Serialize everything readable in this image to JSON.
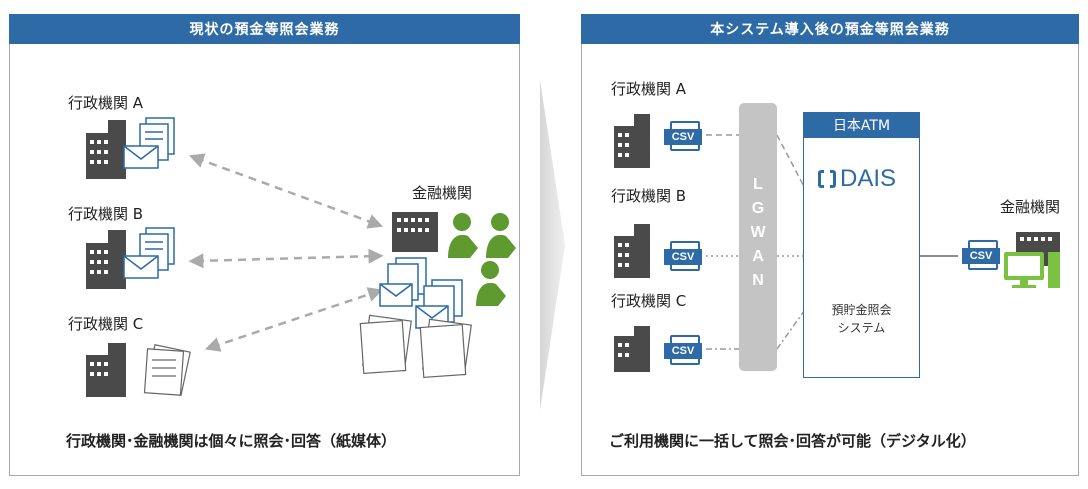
{
  "left_panel": {
    "title": "現状の預金等照会業務",
    "org_a": "行政機関 A",
    "org_b": "行政機関 B",
    "org_c": "行政機関 C",
    "bank": "金融機関",
    "caption": "行政機関･金融機関は個々に照会･回答（紙媒体）"
  },
  "right_panel": {
    "title": "本システム導入後の預金等照会業務",
    "org_a": "行政機関 A",
    "org_b": "行政機関 B",
    "org_c": "行政機関 C",
    "csv": "CSV",
    "lgwan": "LGWAN",
    "atm_title": "日本ATM",
    "dais": "DAIS",
    "system_line1": "預貯金照会",
    "system_line2": "システム",
    "bank": "金融機関",
    "caption": "ご利用機関に一括して照会･回答が可能（デジタル化）"
  },
  "colors": {
    "header_blue": "#2d6aa6",
    "building_gray": "#4a4a4a",
    "person_green": "#5e9a2f",
    "csv_blue": "#2d6aa6",
    "pc_green": "#7cc242"
  }
}
